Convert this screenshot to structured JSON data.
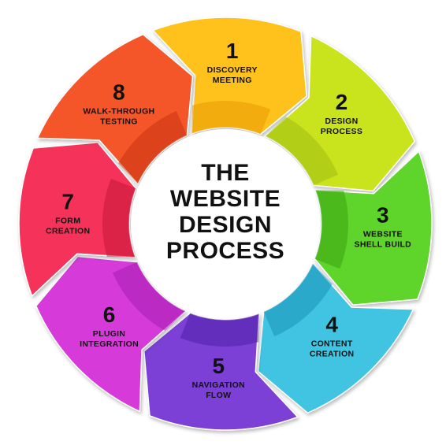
{
  "center_title": [
    "THE",
    "WEBSITE",
    "DESIGN",
    "PROCESS"
  ],
  "steps": [
    {
      "number": "1",
      "label": [
        "DISCOVERY",
        "MEETING"
      ],
      "color": "#FFC21A",
      "dark": "#E79A00"
    },
    {
      "number": "2",
      "label": [
        "DESIGN",
        "PROCESS"
      ],
      "color": "#C9E41C",
      "dark": "#9EBB0C"
    },
    {
      "number": "3",
      "label": [
        "WEBSITE",
        "SHELL BUILD"
      ],
      "color": "#5FD42B",
      "dark": "#3DA315"
    },
    {
      "number": "4",
      "label": [
        "CONTENT",
        "CREATION"
      ],
      "color": "#3FC4E2",
      "dark": "#1E93B8"
    },
    {
      "number": "5",
      "label": [
        "NAVIGATION",
        "FLOW"
      ],
      "color": "#7B3FD6",
      "dark": "#5220A5"
    },
    {
      "number": "6",
      "label": [
        "PLUGIN",
        "INTEGRATION"
      ],
      "color": "#D63AD9",
      "dark": "#A61FB0"
    },
    {
      "number": "7",
      "label": [
        "FORM",
        "CREATION"
      ],
      "color": "#F5335A",
      "dark": "#C41436"
    },
    {
      "number": "8",
      "label": [
        "WALK-THROUGH",
        "TESTING"
      ],
      "color": "#F4562C",
      "dark": "#C8350E"
    }
  ]
}
